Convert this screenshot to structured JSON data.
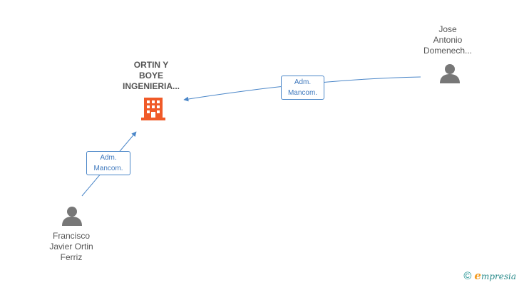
{
  "company": {
    "name_lines": [
      "ORTIN Y",
      "BOYE",
      "INGENIERIA..."
    ]
  },
  "people": [
    {
      "name_lines": [
        "Jose",
        "Antonio",
        "Domenech..."
      ]
    },
    {
      "name_lines": [
        "Francisco",
        "Javier Ortin",
        "Ferriz"
      ]
    }
  ],
  "edges": [
    {
      "label_lines": [
        "Adm.",
        "Mancom."
      ]
    },
    {
      "label_lines": [
        "Adm.",
        "Mancom."
      ]
    }
  ],
  "colors": {
    "company_icon": "#f05a28",
    "person_icon": "#777777",
    "edge": "#4a86c8"
  },
  "brand": {
    "copyright": "©",
    "e": "e",
    "rest": "mpresia"
  }
}
